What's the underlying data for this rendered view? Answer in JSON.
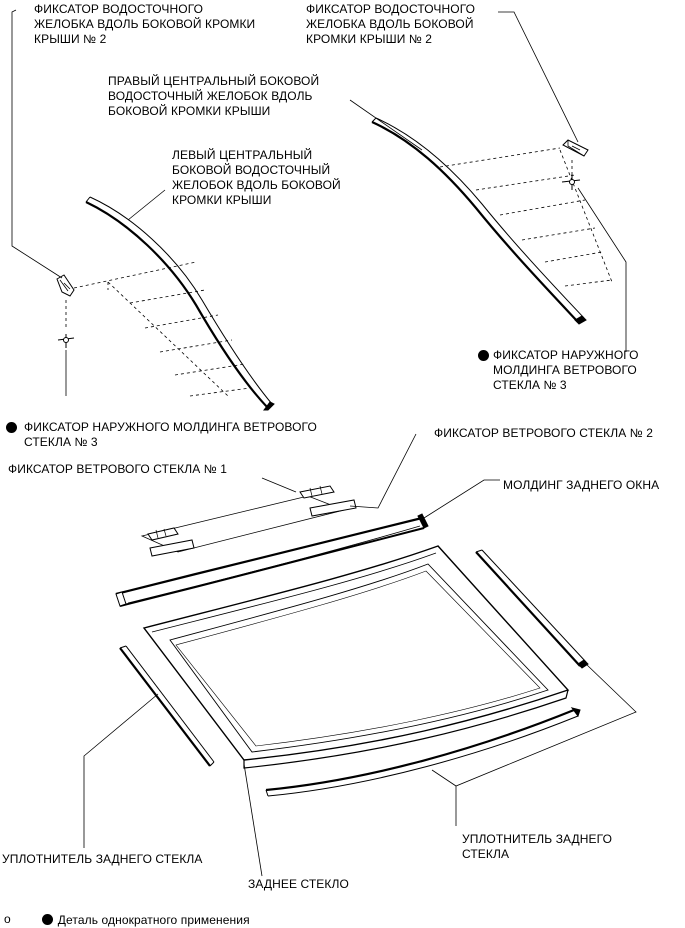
{
  "labels": {
    "roof_clip_2_left": "ФИКСАТОР ВОДОСТОЧНОГО\nЖЕЛОБКА ВДОЛЬ БОКОВОЙ КРОМКИ\nКРЫШИ № 2",
    "roof_clip_2_right": "ФИКСАТОР ВОДОСТОЧНОГО\nЖЕЛОБКА ВДОЛЬ БОКОВОЙ\nКРОМКИ КРЫШИ № 2",
    "right_center_drip": "ПРАВЫЙ ЦЕНТРАЛЬНЫЙ БОКОВОЙ\nВОДОСТОЧНЫЙ ЖЕЛОБОК ВДОЛЬ\nБОКОВОЙ КРОМКИ КРЫШИ",
    "left_center_drip": "ЛЕВЫЙ ЦЕНТРАЛЬНЫЙ\nБОКОВОЙ ВОДОСТОЧНЫЙ\nЖЕЛОБОК ВДОЛЬ БОКОВОЙ\nКРОМКИ КРЫШИ",
    "outer_molding_clip_3_right": "ФИКСАТОР НАРУЖНОГО\nМОЛДИНГА ВЕТРОВОГО\nСТЕКЛА № 3",
    "outer_molding_clip_3_left": "ФИКСАТОР НАРУЖНОГО МОЛДИНГА ВЕТРОВОГО\nСТЕКЛА № 3",
    "windshield_clip_2": "ФИКСАТОР ВЕТРОВОГО СТЕКЛА № 2",
    "windshield_clip_1": "ФИКСАТОР ВЕТРОВОГО СТЕКЛА № 1",
    "rear_window_molding": "МОЛДИНГ ЗАДНЕГО ОКНА",
    "rear_glass_seal_left": "УПЛОТНИТЕЛЬ ЗАДНЕГО СТЕКЛА",
    "rear_glass_seal_right": "УПЛОТНИТЕЛЬ ЗАДНЕГО\nСТЕКЛА",
    "rear_glass": "ЗАДНЕЕ СТЕКЛО"
  },
  "legend": {
    "non_reusable": "Деталь однократного применения",
    "corner_mark": "o"
  },
  "colors": {
    "ink": "#000000",
    "paper": "#ffffff"
  }
}
